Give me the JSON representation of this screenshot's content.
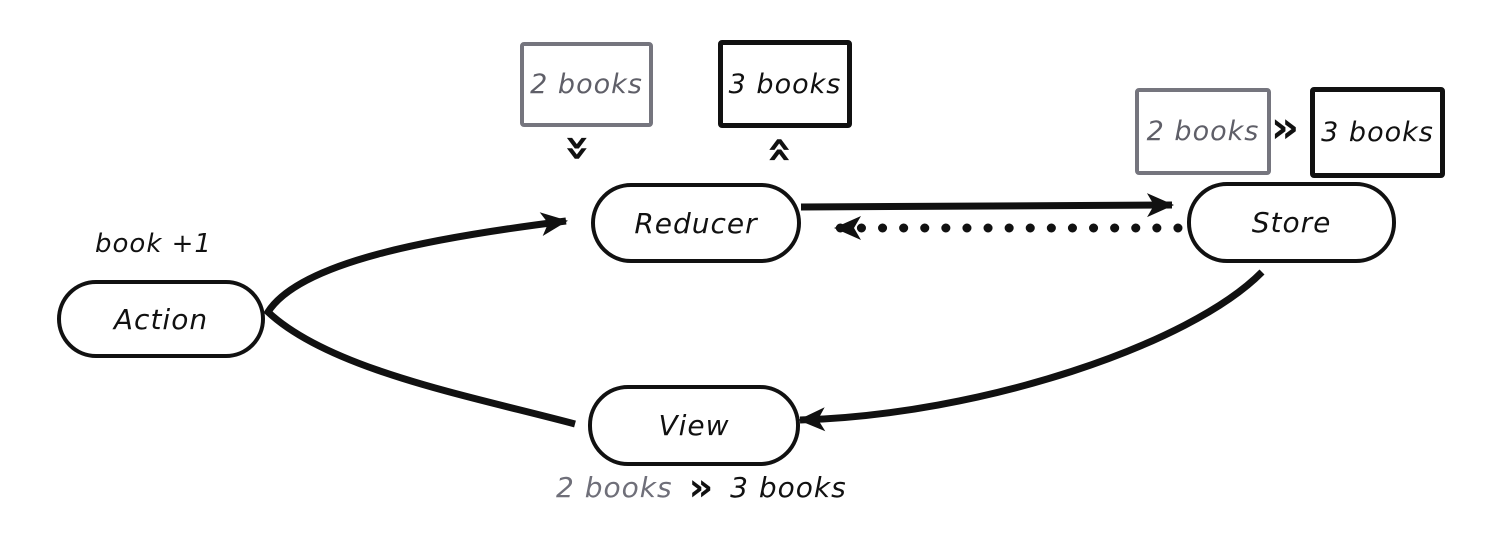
{
  "diagram": {
    "nodes": {
      "action": "Action",
      "reducer": "Reducer",
      "store": "Store",
      "view": "View"
    },
    "labels": {
      "action_payload": "book +1"
    },
    "reducer": {
      "input_state": "2 books",
      "output_state": "3 books"
    },
    "store": {
      "prev_state": "2 books",
      "next_state": "3 books"
    },
    "view": {
      "prev_state": "2 books",
      "next_state": "3 books"
    },
    "glyphs": {
      "chevron": "»"
    },
    "colors": {
      "ink": "#111111",
      "muted_border": "#75757e",
      "muted_text": "#5f5f68"
    }
  }
}
